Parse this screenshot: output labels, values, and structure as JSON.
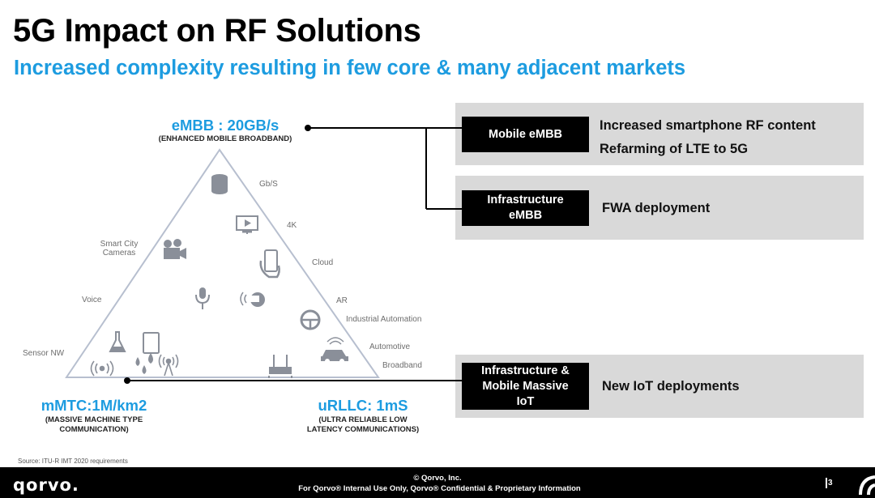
{
  "title": "5G Impact on RF Solutions",
  "subtitle": "Increased complexity resulting in few core & many adjacent markets",
  "triangle": {
    "top": {
      "label": "eMBB : 20GB/s",
      "sub": "(ENHANCED MOBILE BROADBAND)"
    },
    "left": {
      "label": "mMTC:1M/km2",
      "sub1": "(MASSIVE MACHINE TYPE",
      "sub2": "COMMUNICATION)"
    },
    "right": {
      "label": "uRLLC: 1mS",
      "sub1": "(ULTRA RELIABLE LOW",
      "sub2": "LATENCY COMMUNICATIONS)"
    },
    "side_labels": {
      "gbs": "Gb/S",
      "fourk": "4K",
      "cloud": "Cloud",
      "ar": "AR",
      "industrial": "Industrial Automation",
      "automotive": "Automotive",
      "broadband": "Broadband",
      "smart_city_1": "Smart City",
      "smart_city_2": "Cameras",
      "voice": "Voice",
      "sensor": "Sensor NW"
    },
    "icons": [
      "database-icon",
      "video-screen-icon",
      "hand-phone-icon",
      "video-camera-icon",
      "microphone-icon",
      "vr-headset-icon",
      "steering-wheel-icon",
      "connected-car-icon",
      "lab-flask-icon",
      "tablet-icon",
      "water-drops-icon",
      "wireless-signal-icon",
      "antenna-tower-icon",
      "router-icon"
    ]
  },
  "panels": [
    {
      "tag": "Mobile eMBB",
      "lines": [
        "Increased smartphone RF content",
        "Refarming of LTE to 5G"
      ]
    },
    {
      "tag_1": "Infrastructure",
      "tag_2": "eMBB",
      "lines": [
        "FWA deployment"
      ]
    },
    {
      "tag_1": "Infrastructure &",
      "tag_2": "Mobile Massive",
      "tag_3": "IoT",
      "lines": [
        "New IoT deployments"
      ]
    }
  ],
  "source": "Source: ITU-R IMT 2020 requirements",
  "footer": {
    "logo": "qorvo.",
    "copyright": "© Qorvo, Inc.",
    "notice": "For Qorvo® Internal Use Only, Qorvo® Confidential & Proprietary Information",
    "page": "3"
  },
  "colors": {
    "accent": "#1d9ce0",
    "panel": "#d9d9d9",
    "tag": "#000000",
    "triangle": "#b7bfcf",
    "icon": "#8a8f99"
  }
}
